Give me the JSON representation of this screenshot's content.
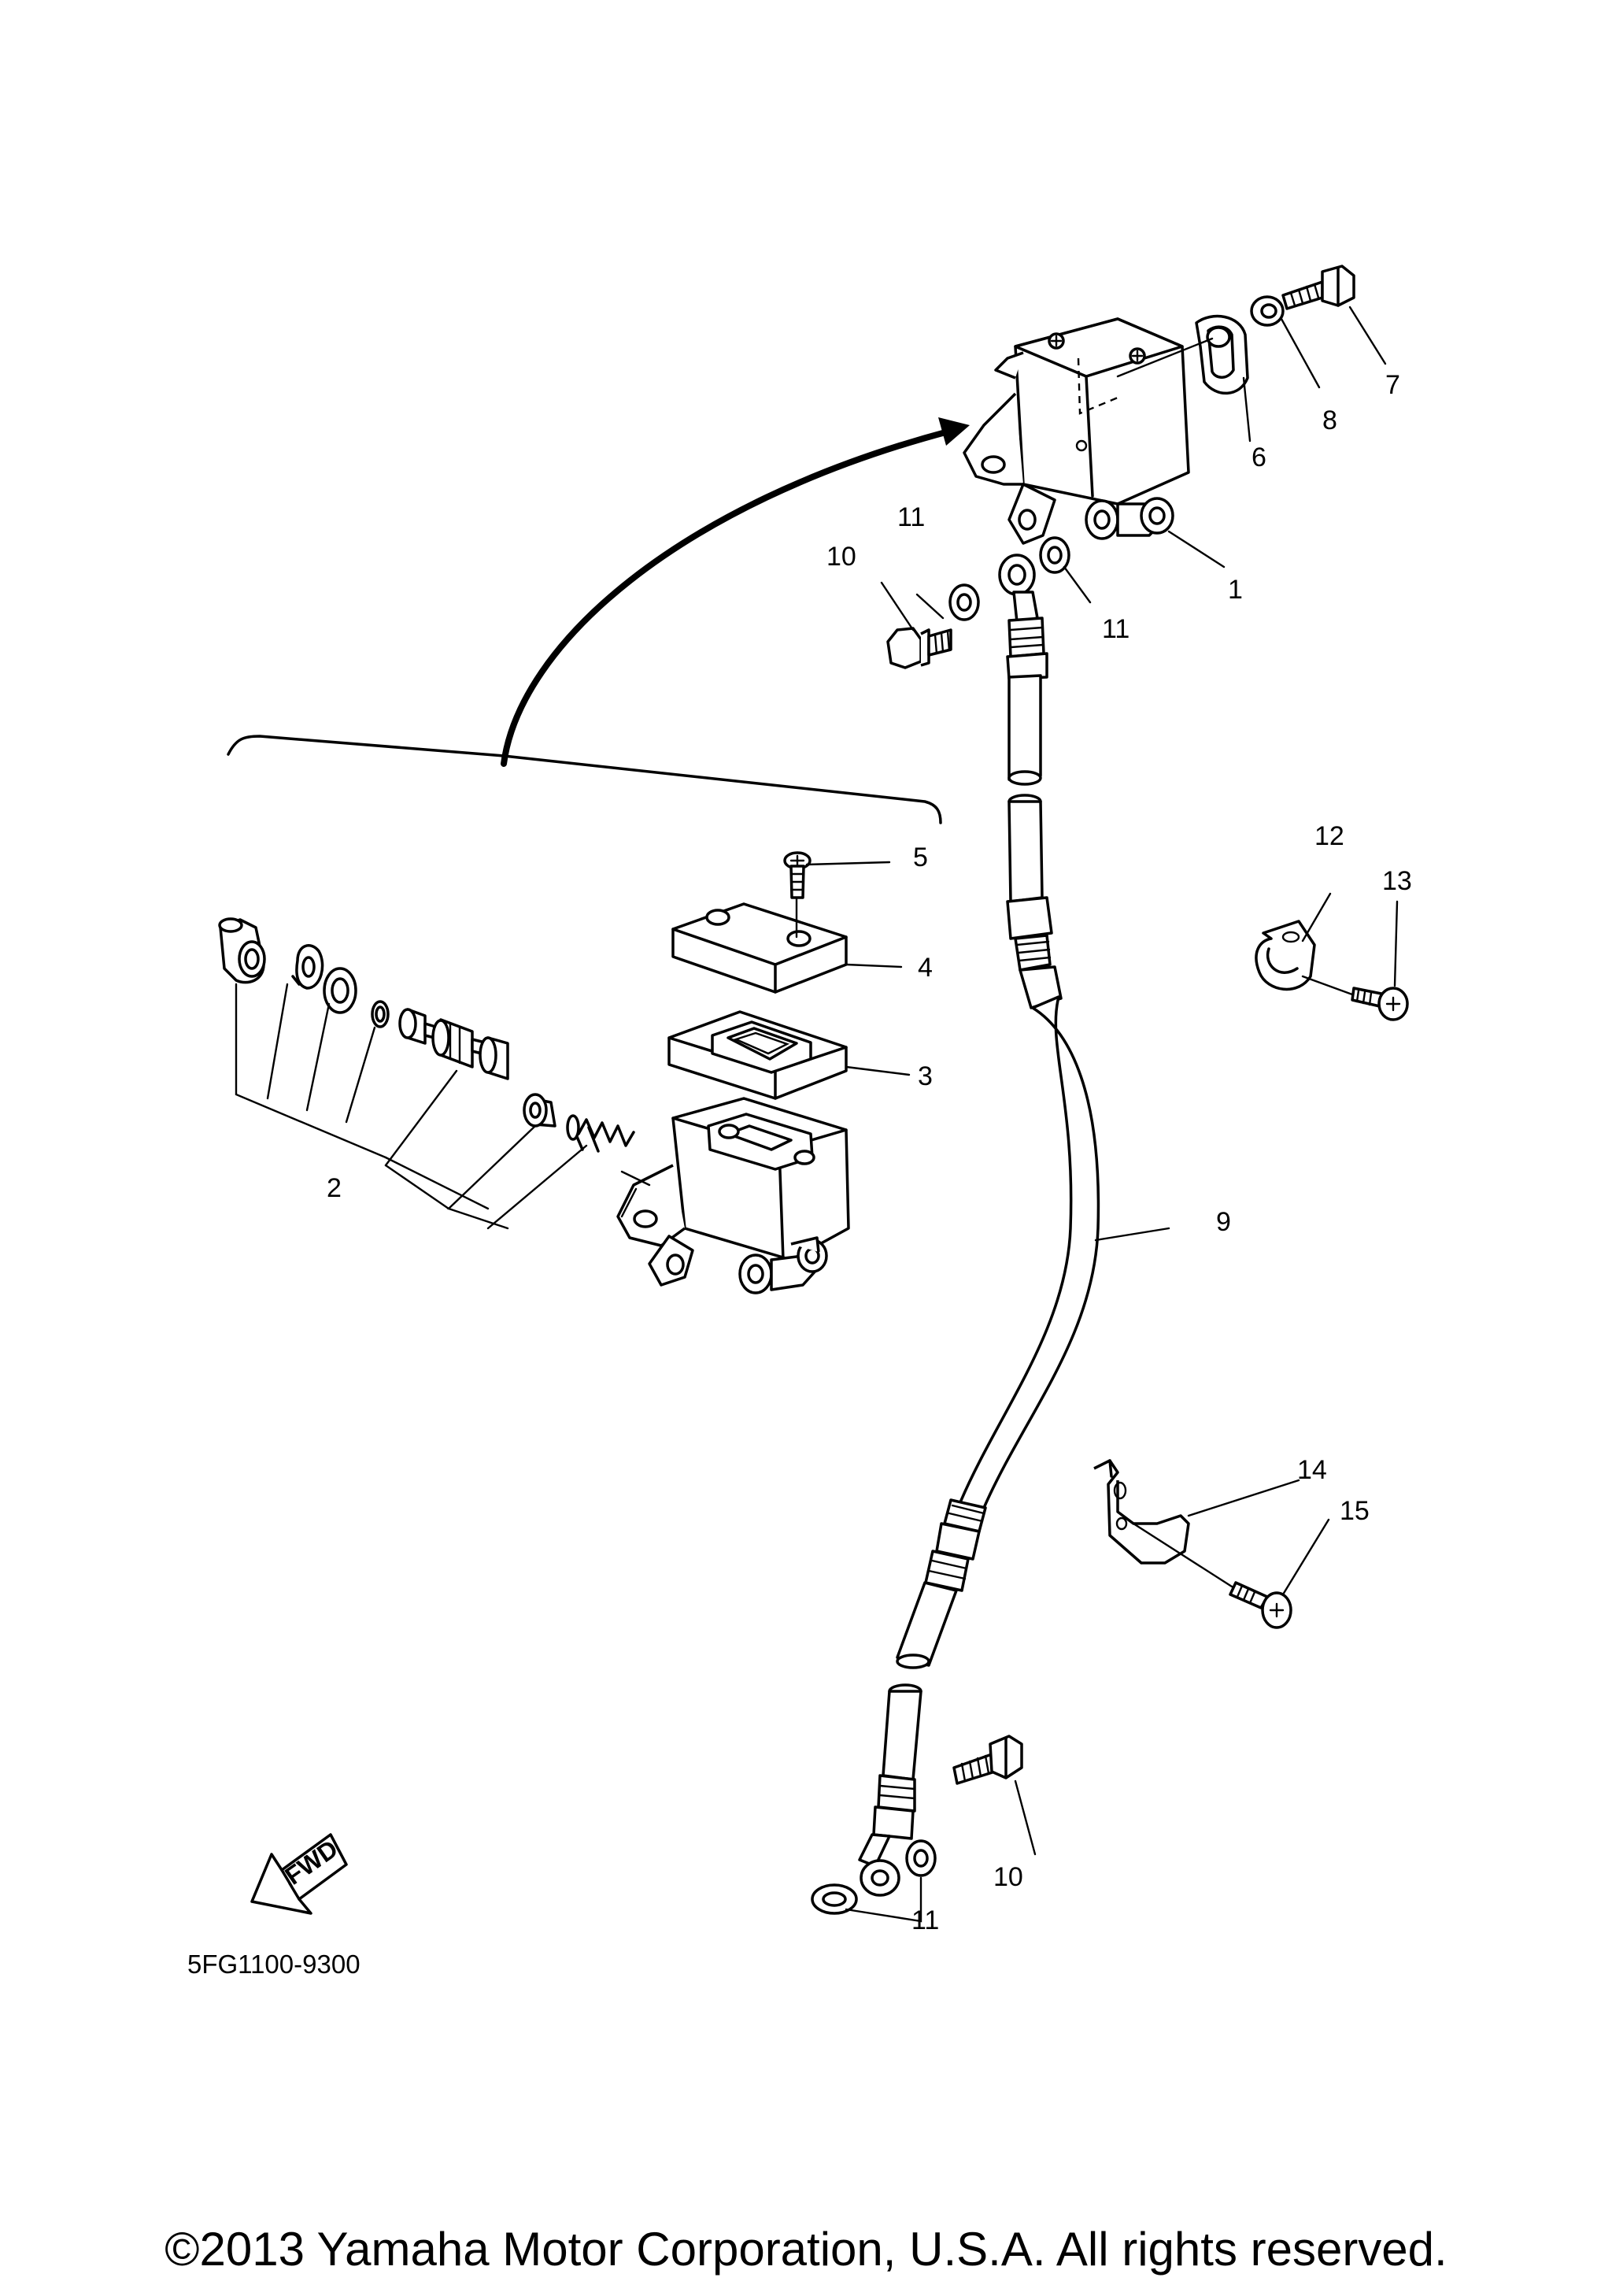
{
  "diagram": {
    "code": "5FG1100-9300",
    "fwd_label": "FWD",
    "copyright": "©2013 Yamaha Motor Corporation, U.S.A. All rights reserved.",
    "callouts": [
      {
        "id": "c1",
        "text": "1"
      },
      {
        "id": "c2",
        "text": "2"
      },
      {
        "id": "c3",
        "text": "3"
      },
      {
        "id": "c4",
        "text": "4"
      },
      {
        "id": "c5",
        "text": "5"
      },
      {
        "id": "c6",
        "text": "6"
      },
      {
        "id": "c7",
        "text": "7"
      },
      {
        "id": "c8",
        "text": "8"
      },
      {
        "id": "c9",
        "text": "9"
      },
      {
        "id": "c10a",
        "text": "10"
      },
      {
        "id": "c10b",
        "text": "10"
      },
      {
        "id": "c11a",
        "text": "11"
      },
      {
        "id": "c11b",
        "text": "11"
      },
      {
        "id": "c11c",
        "text": "11"
      },
      {
        "id": "c12",
        "text": "12"
      },
      {
        "id": "c13",
        "text": "13"
      },
      {
        "id": "c14",
        "text": "14"
      },
      {
        "id": "c15",
        "text": "15"
      }
    ]
  }
}
